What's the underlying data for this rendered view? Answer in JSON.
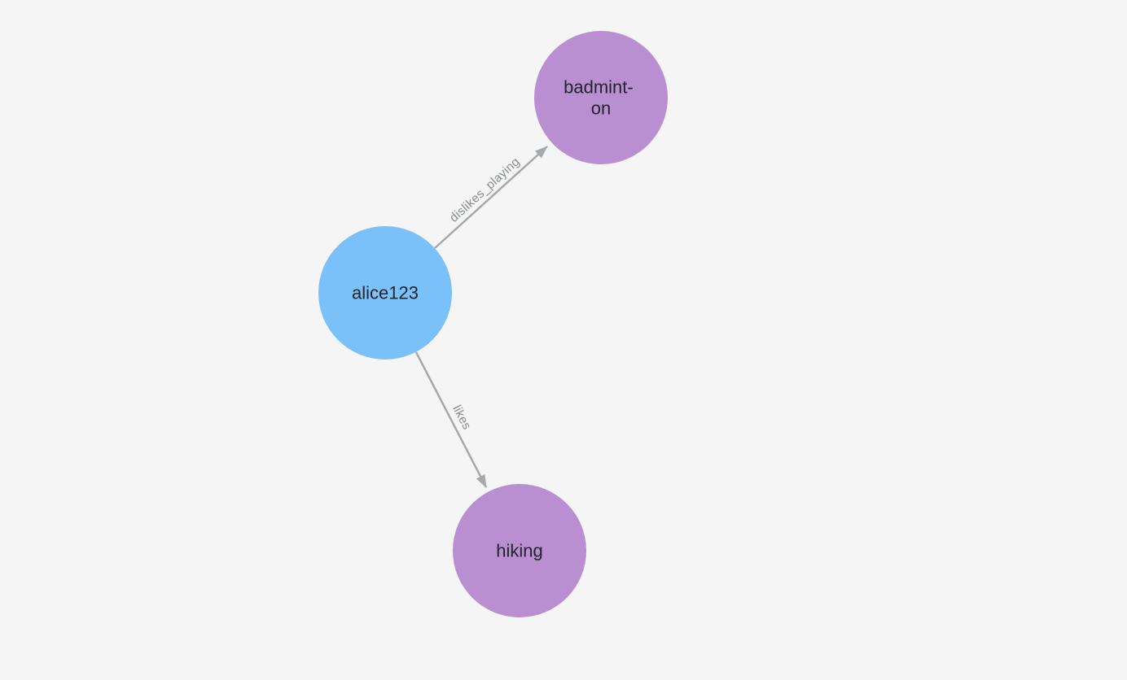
{
  "background_color": "#f4f5f4",
  "graph": {
    "node_label_color": "#21252b",
    "edge_color": "#a6a9ac",
    "edge_label_color": "#888b8e",
    "nodes": [
      {
        "id": "alice123",
        "label": "alice123",
        "color": "#7bc1f9"
      },
      {
        "id": "badminton",
        "label": "badminton",
        "display_lines": [
          "badmint-",
          "on"
        ],
        "color": "#b98fd1"
      },
      {
        "id": "hiking",
        "label": "hiking",
        "color": "#b98fd1"
      }
    ],
    "edges": [
      {
        "source": "alice123",
        "target": "badminton",
        "label": "dislikes_playing"
      },
      {
        "source": "alice123",
        "target": "hiking",
        "label": "likes"
      }
    ]
  }
}
